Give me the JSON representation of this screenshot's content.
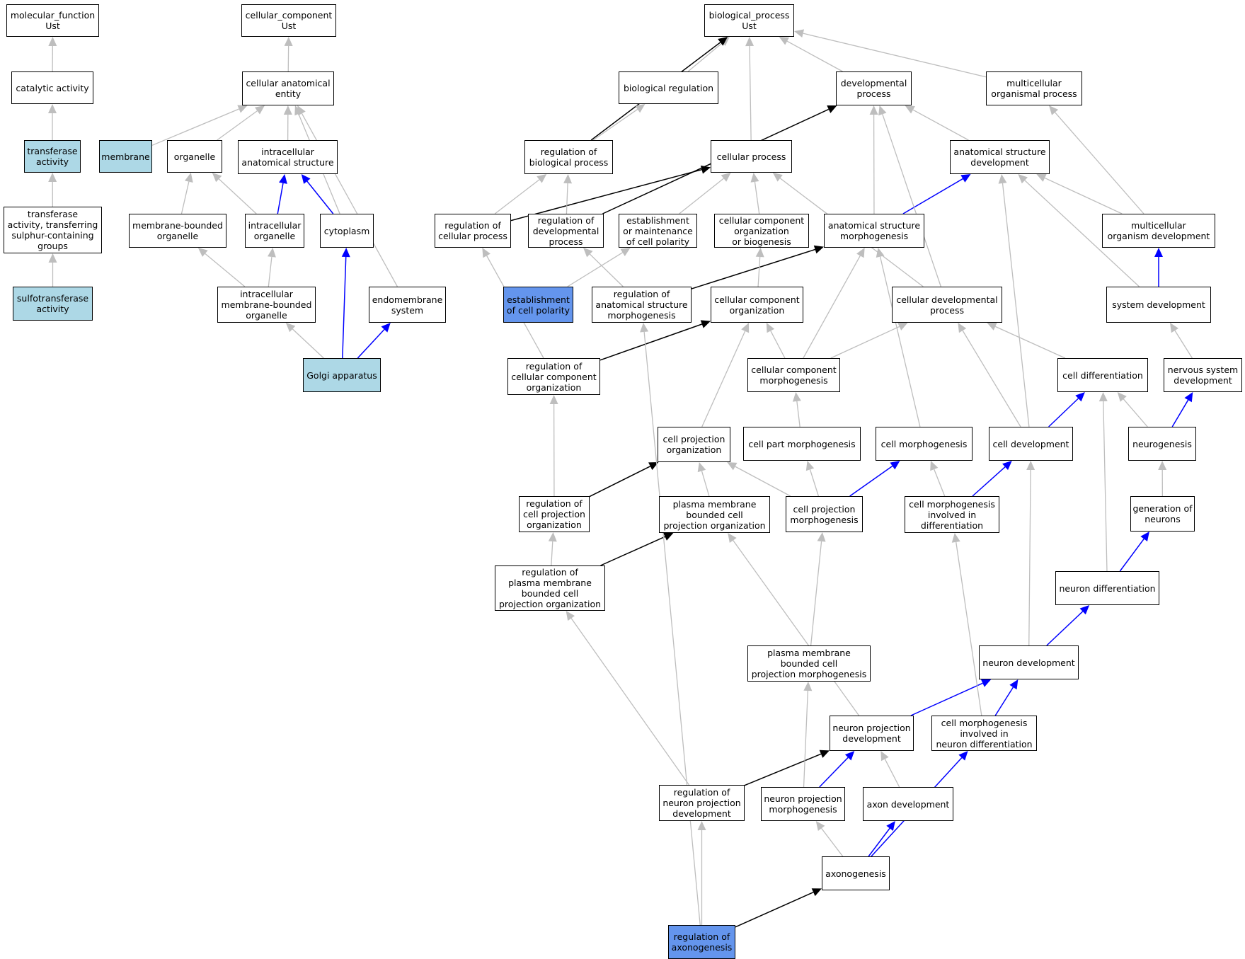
{
  "colors": {
    "is_a": "#bebebe",
    "part_of": "#0000ff",
    "regulates": "#000000",
    "significant_light": "#add8e6",
    "significant_strong": "#6495ed"
  },
  "nodes": {
    "molecular_function": {
      "label": "molecular_function\nUst",
      "style": "plain"
    },
    "catalytic_activity": {
      "label": "catalytic activity",
      "style": "plain"
    },
    "transferase_activity": {
      "label": "transferase\nactivity",
      "style": "light"
    },
    "transferase_sulphur": {
      "label": "transferase\nactivity, transferring\nsulphur-containing\ngroups",
      "style": "plain"
    },
    "sulfotransferase_activity": {
      "label": "sulfotransferase\nactivity",
      "style": "light"
    },
    "cellular_component": {
      "label": "cellular_component\nUst",
      "style": "plain"
    },
    "cellular_anatomical_entity": {
      "label": "cellular anatomical\nentity",
      "style": "plain"
    },
    "membrane": {
      "label": "membrane",
      "style": "light"
    },
    "organelle": {
      "label": "organelle",
      "style": "plain"
    },
    "intracellular_anatomical_structure": {
      "label": "intracellular\nanatomical structure",
      "style": "plain"
    },
    "membrane_bounded_organelle": {
      "label": "membrane-bounded\norganelle",
      "style": "plain"
    },
    "intracellular_organelle": {
      "label": "intracellular\norganelle",
      "style": "plain"
    },
    "cytoplasm": {
      "label": "cytoplasm",
      "style": "plain"
    },
    "intracellular_membrane_bounded_organelle": {
      "label": "intracellular\nmembrane-bounded\norganelle",
      "style": "plain"
    },
    "endomembrane_system": {
      "label": "endomembrane\nsystem",
      "style": "plain"
    },
    "golgi_apparatus": {
      "label": "Golgi apparatus",
      "style": "light"
    },
    "biological_process": {
      "label": "biological_process\nUst",
      "style": "plain"
    },
    "biological_regulation": {
      "label": "biological regulation",
      "style": "plain"
    },
    "developmental_process": {
      "label": "developmental\nprocess",
      "style": "plain"
    },
    "multicellular_organismal_process": {
      "label": "multicellular\norganismal process",
      "style": "plain"
    },
    "regulation_of_biological_process": {
      "label": "regulation of\nbiological process",
      "style": "plain"
    },
    "cellular_process": {
      "label": "cellular process",
      "style": "plain"
    },
    "anatomical_structure_development": {
      "label": "anatomical structure\ndevelopment",
      "style": "plain"
    },
    "regulation_of_cellular_process": {
      "label": "regulation of\ncellular process",
      "style": "plain"
    },
    "regulation_of_developmental_process": {
      "label": "regulation of\ndevelopmental\nprocess",
      "style": "plain"
    },
    "establishment_or_maintenance_of_cell_polarity": {
      "label": "establishment\nor maintenance\nof cell polarity",
      "style": "plain"
    },
    "cellular_component_organization_or_biogenesis": {
      "label": "cellular component\norganization\nor biogenesis",
      "style": "plain"
    },
    "anatomical_structure_morphogenesis": {
      "label": "anatomical structure\nmorphogenesis",
      "style": "plain"
    },
    "multicellular_organism_development": {
      "label": "multicellular\norganism development",
      "style": "plain"
    },
    "establishment_of_cell_polarity": {
      "label": "establishment\nof cell polarity",
      "style": "strong"
    },
    "regulation_of_anatomical_structure_morphogenesis": {
      "label": "regulation of\nanatomical structure\nmorphogenesis",
      "style": "plain"
    },
    "cellular_component_organization": {
      "label": "cellular component\norganization",
      "style": "plain"
    },
    "cellular_developmental_process": {
      "label": "cellular developmental\nprocess",
      "style": "plain"
    },
    "system_development": {
      "label": "system development",
      "style": "plain"
    },
    "regulation_of_cellular_component_organization": {
      "label": "regulation of\ncellular component\norganization",
      "style": "plain"
    },
    "cellular_component_morphogenesis": {
      "label": "cellular component\nmorphogenesis",
      "style": "plain"
    },
    "cell_differentiation": {
      "label": "cell differentiation",
      "style": "plain"
    },
    "nervous_system_development": {
      "label": "nervous system\ndevelopment",
      "style": "plain"
    },
    "cell_projection_organization": {
      "label": "cell projection\norganization",
      "style": "plain"
    },
    "cell_part_morphogenesis": {
      "label": "cell part morphogenesis",
      "style": "plain"
    },
    "cell_morphogenesis": {
      "label": "cell morphogenesis",
      "style": "plain"
    },
    "cell_development": {
      "label": "cell development",
      "style": "plain"
    },
    "neurogenesis": {
      "label": "neurogenesis",
      "style": "plain"
    },
    "regulation_of_cell_projection_organization": {
      "label": "regulation of\ncell projection\norganization",
      "style": "plain"
    },
    "plasma_membrane_bounded_cell_projection_organization": {
      "label": "plasma membrane\nbounded cell\nprojection organization",
      "style": "plain"
    },
    "cell_projection_morphogenesis": {
      "label": "cell projection\nmorphogenesis",
      "style": "plain"
    },
    "cell_morphogenesis_involved_in_differentiation": {
      "label": "cell morphogenesis\ninvolved in\ndifferentiation",
      "style": "plain"
    },
    "generation_of_neurons": {
      "label": "generation of\nneurons",
      "style": "plain"
    },
    "regulation_of_plasma_membrane_bounded_cell_projection_organization": {
      "label": "regulation of\nplasma membrane\nbounded cell\nprojection organization",
      "style": "plain"
    },
    "neuron_differentiation": {
      "label": "neuron differentiation",
      "style": "plain"
    },
    "plasma_membrane_bounded_cell_projection_morphogenesis": {
      "label": "plasma membrane\nbounded cell\nprojection morphogenesis",
      "style": "plain"
    },
    "neuron_development": {
      "label": "neuron development",
      "style": "plain"
    },
    "neuron_projection_development": {
      "label": "neuron projection\ndevelopment",
      "style": "plain"
    },
    "cell_morphogenesis_involved_in_neuron_differentiation": {
      "label": "cell morphogenesis\ninvolved in\nneuron differentiation",
      "style": "plain"
    },
    "regulation_of_neuron_projection_development": {
      "label": "regulation of\nneuron projection\ndevelopment",
      "style": "plain"
    },
    "neuron_projection_morphogenesis": {
      "label": "neuron projection\nmorphogenesis",
      "style": "plain"
    },
    "axon_development": {
      "label": "axon development",
      "style": "plain"
    },
    "axonogenesis": {
      "label": "axonogenesis",
      "style": "plain"
    },
    "regulation_of_axonogenesis": {
      "label": "regulation of\naxonogenesis",
      "style": "strong"
    }
  },
  "edges": [
    {
      "from": "catalytic_activity",
      "to": "molecular_function",
      "type": "is_a"
    },
    {
      "from": "transferase_activity",
      "to": "catalytic_activity",
      "type": "is_a"
    },
    {
      "from": "transferase_sulphur",
      "to": "transferase_activity",
      "type": "is_a"
    },
    {
      "from": "sulfotransferase_activity",
      "to": "transferase_sulphur",
      "type": "is_a"
    },
    {
      "from": "cellular_anatomical_entity",
      "to": "cellular_component",
      "type": "is_a"
    },
    {
      "from": "membrane",
      "to": "cellular_anatomical_entity",
      "type": "is_a"
    },
    {
      "from": "organelle",
      "to": "cellular_anatomical_entity",
      "type": "is_a"
    },
    {
      "from": "intracellular_anatomical_structure",
      "to": "cellular_anatomical_entity",
      "type": "is_a"
    },
    {
      "from": "cytoplasm",
      "to": "cellular_anatomical_entity",
      "type": "is_a"
    },
    {
      "from": "endomembrane_system",
      "to": "cellular_anatomical_entity",
      "type": "is_a"
    },
    {
      "from": "membrane_bounded_organelle",
      "to": "organelle",
      "type": "is_a"
    },
    {
      "from": "intracellular_organelle",
      "to": "organelle",
      "type": "is_a"
    },
    {
      "from": "intracellular_organelle",
      "to": "intracellular_anatomical_structure",
      "type": "part_of"
    },
    {
      "from": "cytoplasm",
      "to": "intracellular_anatomical_structure",
      "type": "part_of"
    },
    {
      "from": "intracellular_membrane_bounded_organelle",
      "to": "membrane_bounded_organelle",
      "type": "is_a"
    },
    {
      "from": "intracellular_membrane_bounded_organelle",
      "to": "intracellular_organelle",
      "type": "is_a"
    },
    {
      "from": "golgi_apparatus",
      "to": "intracellular_membrane_bounded_organelle",
      "type": "is_a"
    },
    {
      "from": "golgi_apparatus",
      "to": "cytoplasm",
      "type": "part_of"
    },
    {
      "from": "golgi_apparatus",
      "to": "endomembrane_system",
      "type": "part_of"
    },
    {
      "from": "biological_regulation",
      "to": "biological_process",
      "type": "is_a"
    },
    {
      "from": "developmental_process",
      "to": "biological_process",
      "type": "is_a"
    },
    {
      "from": "multicellular_organismal_process",
      "to": "biological_process",
      "type": "is_a"
    },
    {
      "from": "cellular_process",
      "to": "biological_process",
      "type": "is_a"
    },
    {
      "from": "regulation_of_biological_process",
      "to": "biological_process",
      "type": "regulates"
    },
    {
      "from": "regulation_of_biological_process",
      "to": "biological_regulation",
      "type": "is_a"
    },
    {
      "from": "regulation_of_cellular_process",
      "to": "regulation_of_biological_process",
      "type": "is_a"
    },
    {
      "from": "regulation_of_cellular_process",
      "to": "cellular_process",
      "type": "regulates"
    },
    {
      "from": "regulation_of_developmental_process",
      "to": "regulation_of_biological_process",
      "type": "is_a"
    },
    {
      "from": "regulation_of_developmental_process",
      "to": "developmental_process",
      "type": "regulates"
    },
    {
      "from": "establishment_or_maintenance_of_cell_polarity",
      "to": "cellular_process",
      "type": "is_a"
    },
    {
      "from": "cellular_component_organization_or_biogenesis",
      "to": "cellular_process",
      "type": "is_a"
    },
    {
      "from": "anatomical_structure_development",
      "to": "developmental_process",
      "type": "is_a"
    },
    {
      "from": "anatomical_structure_morphogenesis",
      "to": "developmental_process",
      "type": "is_a"
    },
    {
      "from": "anatomical_structure_morphogenesis",
      "to": "anatomical_structure_development",
      "type": "part_of"
    },
    {
      "from": "multicellular_organism_development",
      "to": "multicellular_organismal_process",
      "type": "is_a"
    },
    {
      "from": "multicellular_organism_development",
      "to": "anatomical_structure_development",
      "type": "is_a"
    },
    {
      "from": "establishment_of_cell_polarity",
      "to": "establishment_or_maintenance_of_cell_polarity",
      "type": "is_a"
    },
    {
      "from": "regulation_of_anatomical_structure_morphogenesis",
      "to": "regulation_of_developmental_process",
      "type": "is_a"
    },
    {
      "from": "regulation_of_anatomical_structure_morphogenesis",
      "to": "anatomical_structure_morphogenesis",
      "type": "regulates"
    },
    {
      "from": "cellular_component_organization",
      "to": "cellular_component_organization_or_biogenesis",
      "type": "is_a"
    },
    {
      "from": "cellular_developmental_process",
      "to": "cellular_process",
      "type": "is_a"
    },
    {
      "from": "cellular_developmental_process",
      "to": "developmental_process",
      "type": "is_a"
    },
    {
      "from": "system_development",
      "to": "multicellular_organism_development",
      "type": "part_of"
    },
    {
      "from": "system_development",
      "to": "anatomical_structure_development",
      "type": "is_a"
    },
    {
      "from": "regulation_of_cellular_component_organization",
      "to": "regulation_of_cellular_process",
      "type": "is_a"
    },
    {
      "from": "regulation_of_cellular_component_organization",
      "to": "cellular_component_organization",
      "type": "regulates"
    },
    {
      "from": "cellular_component_morphogenesis",
      "to": "anatomical_structure_morphogenesis",
      "type": "is_a"
    },
    {
      "from": "cellular_component_morphogenesis",
      "to": "cellular_component_organization",
      "type": "is_a"
    },
    {
      "from": "cellular_component_morphogenesis",
      "to": "cellular_developmental_process",
      "type": "is_a"
    },
    {
      "from": "cell_differentiation",
      "to": "cellular_developmental_process",
      "type": "is_a"
    },
    {
      "from": "nervous_system_development",
      "to": "system_development",
      "type": "is_a"
    },
    {
      "from": "cell_projection_organization",
      "to": "cellular_component_organization",
      "type": "is_a"
    },
    {
      "from": "cell_part_morphogenesis",
      "to": "cellular_component_morphogenesis",
      "type": "is_a"
    },
    {
      "from": "cell_morphogenesis",
      "to": "anatomical_structure_morphogenesis",
      "type": "is_a"
    },
    {
      "from": "cell_development",
      "to": "cell_differentiation",
      "type": "part_of"
    },
    {
      "from": "cell_development",
      "to": "cellular_developmental_process",
      "type": "is_a"
    },
    {
      "from": "cell_development",
      "to": "anatomical_structure_development",
      "type": "is_a"
    },
    {
      "from": "neurogenesis",
      "to": "nervous_system_development",
      "type": "part_of"
    },
    {
      "from": "neurogenesis",
      "to": "cell_differentiation",
      "type": "is_a"
    },
    {
      "from": "regulation_of_cell_projection_organization",
      "to": "regulation_of_cellular_component_organization",
      "type": "is_a"
    },
    {
      "from": "regulation_of_cell_projection_organization",
      "to": "cell_projection_organization",
      "type": "regulates"
    },
    {
      "from": "plasma_membrane_bounded_cell_projection_organization",
      "to": "cell_projection_organization",
      "type": "is_a"
    },
    {
      "from": "cell_projection_morphogenesis",
      "to": "cell_projection_organization",
      "type": "is_a"
    },
    {
      "from": "cell_projection_morphogenesis",
      "to": "cell_part_morphogenesis",
      "type": "is_a"
    },
    {
      "from": "cell_projection_morphogenesis",
      "to": "cell_morphogenesis",
      "type": "part_of"
    },
    {
      "from": "cell_morphogenesis_involved_in_differentiation",
      "to": "cell_morphogenesis",
      "type": "is_a"
    },
    {
      "from": "cell_morphogenesis_involved_in_differentiation",
      "to": "cell_development",
      "type": "part_of"
    },
    {
      "from": "generation_of_neurons",
      "to": "neurogenesis",
      "type": "is_a"
    },
    {
      "from": "regulation_of_plasma_membrane_bounded_cell_projection_organization",
      "to": "regulation_of_cell_projection_organization",
      "type": "is_a"
    },
    {
      "from": "regulation_of_plasma_membrane_bounded_cell_projection_organization",
      "to": "plasma_membrane_bounded_cell_projection_organization",
      "type": "regulates"
    },
    {
      "from": "neuron_differentiation",
      "to": "generation_of_neurons",
      "type": "part_of"
    },
    {
      "from": "neuron_differentiation",
      "to": "cell_differentiation",
      "type": "is_a"
    },
    {
      "from": "plasma_membrane_bounded_cell_projection_morphogenesis",
      "to": "cell_projection_morphogenesis",
      "type": "is_a"
    },
    {
      "from": "neuron_development",
      "to": "neuron_differentiation",
      "type": "part_of"
    },
    {
      "from": "neuron_development",
      "to": "cell_development",
      "type": "is_a"
    },
    {
      "from": "neuron_projection_development",
      "to": "neuron_development",
      "type": "part_of"
    },
    {
      "from": "neuron_projection_development",
      "to": "plasma_membrane_bounded_cell_projection_organization",
      "type": "is_a"
    },
    {
      "from": "cell_morphogenesis_involved_in_neuron_differentiation",
      "to": "neuron_development",
      "type": "part_of"
    },
    {
      "from": "cell_morphogenesis_involved_in_neuron_differentiation",
      "to": "cell_morphogenesis_involved_in_differentiation",
      "type": "is_a"
    },
    {
      "from": "regulation_of_neuron_projection_development",
      "to": "neuron_projection_development",
      "type": "regulates"
    },
    {
      "from": "regulation_of_neuron_projection_development",
      "to": "regulation_of_plasma_membrane_bounded_cell_projection_organization",
      "type": "is_a"
    },
    {
      "from": "neuron_projection_morphogenesis",
      "to": "neuron_projection_development",
      "type": "part_of"
    },
    {
      "from": "neuron_projection_morphogenesis",
      "to": "plasma_membrane_bounded_cell_projection_morphogenesis",
      "type": "is_a"
    },
    {
      "from": "axon_development",
      "to": "neuron_projection_development",
      "type": "is_a"
    },
    {
      "from": "axonogenesis",
      "to": "axon_development",
      "type": "part_of"
    },
    {
      "from": "axonogenesis",
      "to": "neuron_projection_morphogenesis",
      "type": "is_a"
    },
    {
      "from": "axonogenesis",
      "to": "cell_morphogenesis_involved_in_neuron_differentiation",
      "type": "part_of"
    },
    {
      "from": "regulation_of_axonogenesis",
      "to": "axonogenesis",
      "type": "regulates"
    },
    {
      "from": "regulation_of_axonogenesis",
      "to": "regulation_of_neuron_projection_development",
      "type": "is_a"
    },
    {
      "from": "regulation_of_axonogenesis",
      "to": "regulation_of_anatomical_structure_morphogenesis",
      "type": "is_a"
    }
  ]
}
